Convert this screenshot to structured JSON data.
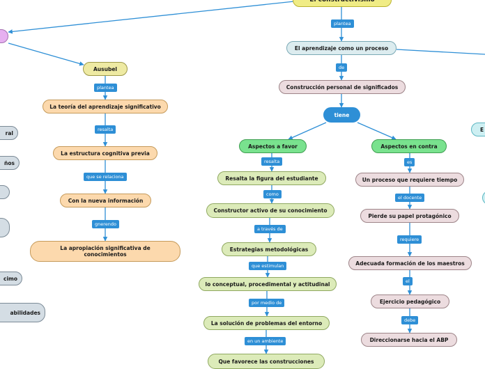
{
  "nodes": {
    "root": "El constructivismo",
    "ausubel": "Ausubel",
    "teoria": "La teoría del aprendizaje significativo",
    "estructura": "La estructura cognitiva previa",
    "nueva_info": "Con la nueva información",
    "apropiacion": "La apropiación significativa de conocimientos",
    "left1": "ral",
    "left2": "ños",
    "left3": "cimo",
    "left4": "abilidades",
    "aprendizaje": "El aprendizaje como un proceso",
    "construccion": "Construcción personal de significados",
    "tiene": "tiene",
    "favor": "Aspectos a favor",
    "contra": "Aspectos en contra",
    "resalta_fig": "Resalta la figura del estudiante",
    "constructor": "Constructor activo de su conocimiento",
    "estrategias": "Estrategias metodológicas",
    "conceptual": "lo conceptual, procedimental y actitudinal",
    "solucion": "La solución de problemas del entorno",
    "favorece": "Que favorece las construcciones",
    "proceso_tiempo": "Un proceso que requiere tiempo",
    "pierde": "Pierde su papel protagónico",
    "adecuada": "Adecuada formación de los maestros",
    "ejercicio": "Ejercicio pedagógico",
    "direccionarse": "Direccionarse hacia el ABP",
    "right_edge": "E"
  },
  "links": {
    "plantea_top": "plantea",
    "plantea_left": "plantea",
    "resalta_left": "resalta",
    "que_se_relaciona": "que se relaciona",
    "gnerendo": "gnerendo",
    "de": "de",
    "resalta_mid": "resalta",
    "como": "como",
    "a_traves_de": "a través de",
    "que_estimulan": "que estimulan",
    "por_medio_de": "por medio de",
    "en_un_ambiente": "en un ambiente",
    "es": "es",
    "el_docente": "el docente",
    "requiere": "requiere",
    "el": "el",
    "debe": "debe"
  },
  "colors": {
    "connector": "#2e8fd6",
    "root": "#f0ec85",
    "aspect": "#79e28e"
  }
}
